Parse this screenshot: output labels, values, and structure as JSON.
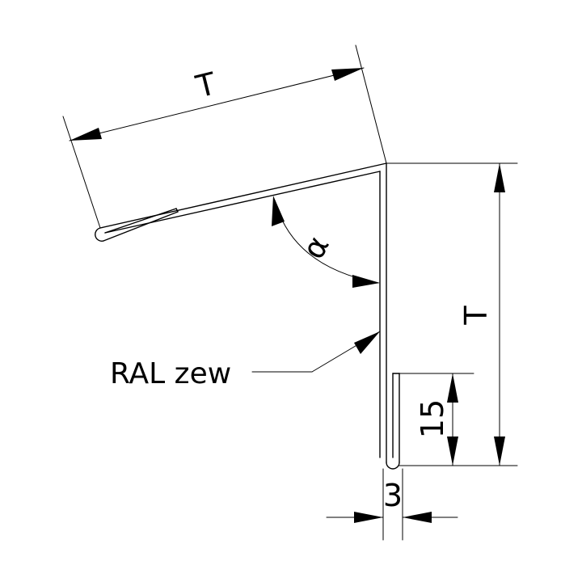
{
  "labels": {
    "top_length": "T",
    "right_height": "T",
    "fold_height": "15",
    "bottom_width": "3",
    "angle": "α",
    "callout": "RAL zew"
  },
  "colors": {
    "line": "#000000",
    "background": "#ffffff"
  }
}
